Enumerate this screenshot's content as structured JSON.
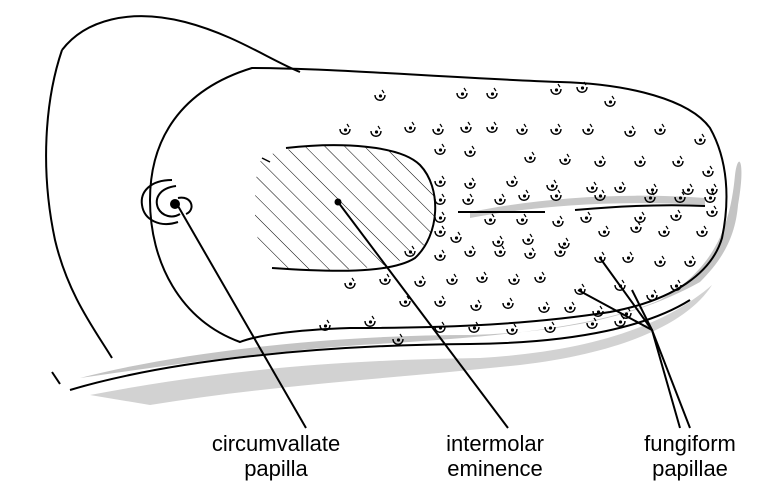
{
  "labels": {
    "circumvallate": [
      "circumvallate",
      "papilla"
    ],
    "intermolar": [
      "intermolar",
      "eminence"
    ],
    "fungiform": [
      "fungiform",
      "papillae"
    ]
  },
  "colors": {
    "ink": "#000000",
    "shadow": "#c4c4c4",
    "background": "#ffffff"
  }
}
